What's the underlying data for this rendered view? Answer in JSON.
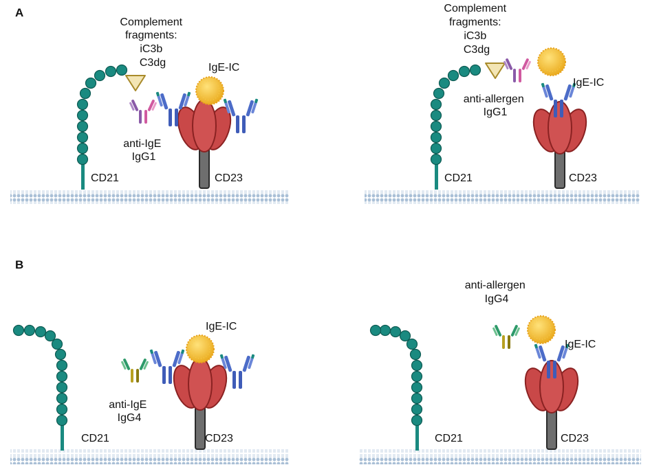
{
  "panels": {
    "a": "A",
    "b": "B"
  },
  "labels": {
    "complement_a": [
      "Complement",
      "fragments:",
      "iC3b",
      "C3dg"
    ],
    "complement_a2": [
      "Complement",
      "fragments:",
      "iC3b",
      "C3dg"
    ],
    "ige_ic": "IgE-IC",
    "anti_ige_igg1": [
      "anti-IgE",
      "IgG1"
    ],
    "anti_allergen_igg1": [
      "anti-allergen",
      "IgG1"
    ],
    "anti_ige_igg4": [
      "anti-IgE",
      "IgG4"
    ],
    "anti_allergen_igg4": [
      "anti-allergen",
      "IgG4"
    ],
    "cd21": "CD21",
    "cd23": "CD23"
  },
  "colors": {
    "membrane": "#a9bfd6",
    "cd21": "#1a8a80",
    "cd23_head": "#c94848",
    "cd23_stalk": "#6e6e6e",
    "ige_chain": "#3f5cb8",
    "allergen": "#f2b629",
    "igg1_heavy": "#8a5aa8",
    "igg1_light": "#d05aa0",
    "igg4_heavy": "#2e9a6a",
    "igg4_light": "#b8a020",
    "complement": "#f3e5b4"
  },
  "icons": [
    "membrane-icon",
    "cd21-receptor-icon",
    "cd23-receptor-icon",
    "ige-antibody-icon",
    "allergen-icon",
    "igg-antibody-icon",
    "complement-fragment-icon"
  ]
}
